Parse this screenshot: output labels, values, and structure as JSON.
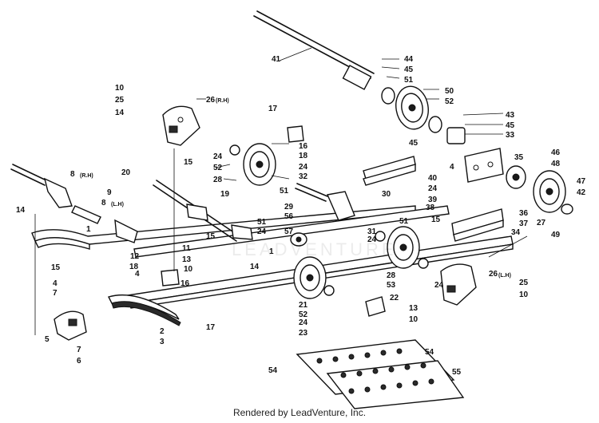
{
  "callouts": [
    {
      "id": "c1",
      "text": "1"
    },
    {
      "id": "c2",
      "text": "1"
    },
    {
      "id": "c3",
      "text": "2"
    },
    {
      "id": "c4",
      "text": "3"
    },
    {
      "id": "c5",
      "text": "4"
    },
    {
      "id": "c6",
      "text": "4"
    },
    {
      "id": "c7",
      "text": "4"
    },
    {
      "id": "c8",
      "text": "5"
    },
    {
      "id": "c9",
      "text": "6"
    },
    {
      "id": "c10",
      "text": "7"
    },
    {
      "id": "c11",
      "text": "7"
    },
    {
      "id": "c12",
      "text": "8"
    },
    {
      "id": "c13",
      "text": "8"
    },
    {
      "id": "c14",
      "text": "9"
    },
    {
      "id": "c15",
      "text": "10"
    },
    {
      "id": "c16",
      "text": "10"
    },
    {
      "id": "c17",
      "text": "10"
    },
    {
      "id": "c18",
      "text": "10"
    },
    {
      "id": "c19",
      "text": "11"
    },
    {
      "id": "c20",
      "text": "12"
    },
    {
      "id": "c21",
      "text": "13"
    },
    {
      "id": "c22",
      "text": "13"
    },
    {
      "id": "c23",
      "text": "14"
    },
    {
      "id": "c24",
      "text": "14"
    },
    {
      "id": "c25",
      "text": "14"
    },
    {
      "id": "c26",
      "text": "15"
    },
    {
      "id": "c27",
      "text": "15"
    },
    {
      "id": "c28",
      "text": "15"
    },
    {
      "id": "c29",
      "text": "15"
    },
    {
      "id": "c30",
      "text": "16"
    },
    {
      "id": "c31",
      "text": "16"
    },
    {
      "id": "c32",
      "text": "17"
    },
    {
      "id": "c33",
      "text": "17"
    },
    {
      "id": "c34",
      "text": "18"
    },
    {
      "id": "c35",
      "text": "18"
    },
    {
      "id": "c36",
      "text": "19"
    },
    {
      "id": "c37",
      "text": "20"
    },
    {
      "id": "c38",
      "text": "21"
    },
    {
      "id": "c39",
      "text": "22"
    },
    {
      "id": "c40",
      "text": "23"
    },
    {
      "id": "c41",
      "text": "24"
    },
    {
      "id": "c42",
      "text": "24"
    },
    {
      "id": "c43",
      "text": "24"
    },
    {
      "id": "c44",
      "text": "24"
    },
    {
      "id": "c45",
      "text": "24"
    },
    {
      "id": "c46",
      "text": "24"
    },
    {
      "id": "c47",
      "text": "24"
    },
    {
      "id": "c48",
      "text": "25"
    },
    {
      "id": "c49",
      "text": "25"
    },
    {
      "id": "c50",
      "text": "26"
    },
    {
      "id": "c51",
      "text": "26"
    },
    {
      "id": "c52",
      "text": "27"
    },
    {
      "id": "c53",
      "text": "28"
    },
    {
      "id": "c54",
      "text": "28"
    },
    {
      "id": "c55",
      "text": "29"
    },
    {
      "id": "c56",
      "text": "30"
    },
    {
      "id": "c57",
      "text": "31"
    },
    {
      "id": "c58",
      "text": "32"
    },
    {
      "id": "c59",
      "text": "33"
    },
    {
      "id": "c60",
      "text": "34"
    },
    {
      "id": "c61",
      "text": "35"
    },
    {
      "id": "c62",
      "text": "36"
    },
    {
      "id": "c63",
      "text": "37"
    },
    {
      "id": "c64",
      "text": "38"
    },
    {
      "id": "c65",
      "text": "39"
    },
    {
      "id": "c66",
      "text": "40"
    },
    {
      "id": "c67",
      "text": "41"
    },
    {
      "id": "c68",
      "text": "42"
    },
    {
      "id": "c69",
      "text": "43"
    },
    {
      "id": "c70",
      "text": "44"
    },
    {
      "id": "c71",
      "text": "45"
    },
    {
      "id": "c72",
      "text": "45"
    },
    {
      "id": "c73",
      "text": "45"
    },
    {
      "id": "c74",
      "text": "46"
    },
    {
      "id": "c75",
      "text": "47"
    },
    {
      "id": "c76",
      "text": "48"
    },
    {
      "id": "c77",
      "text": "49"
    },
    {
      "id": "c78",
      "text": "50"
    },
    {
      "id": "c79",
      "text": "51"
    },
    {
      "id": "c80",
      "text": "51"
    },
    {
      "id": "c81",
      "text": "51"
    },
    {
      "id": "c82",
      "text": "51"
    },
    {
      "id": "c83",
      "text": "52"
    },
    {
      "id": "c84",
      "text": "52"
    },
    {
      "id": "c85",
      "text": "52"
    },
    {
      "id": "c86",
      "text": "53"
    },
    {
      "id": "c87",
      "text": "54"
    },
    {
      "id": "c88",
      "text": "54"
    },
    {
      "id": "c89",
      "text": "55"
    },
    {
      "id": "c90",
      "text": "56"
    },
    {
      "id": "c91",
      "text": "57"
    }
  ],
  "side_marks": {
    "rh": "(R.H)",
    "lh": "(L.H)"
  },
  "watermark": "LEADVENTURE",
  "credit": "Rendered by LeadVenture, Inc."
}
